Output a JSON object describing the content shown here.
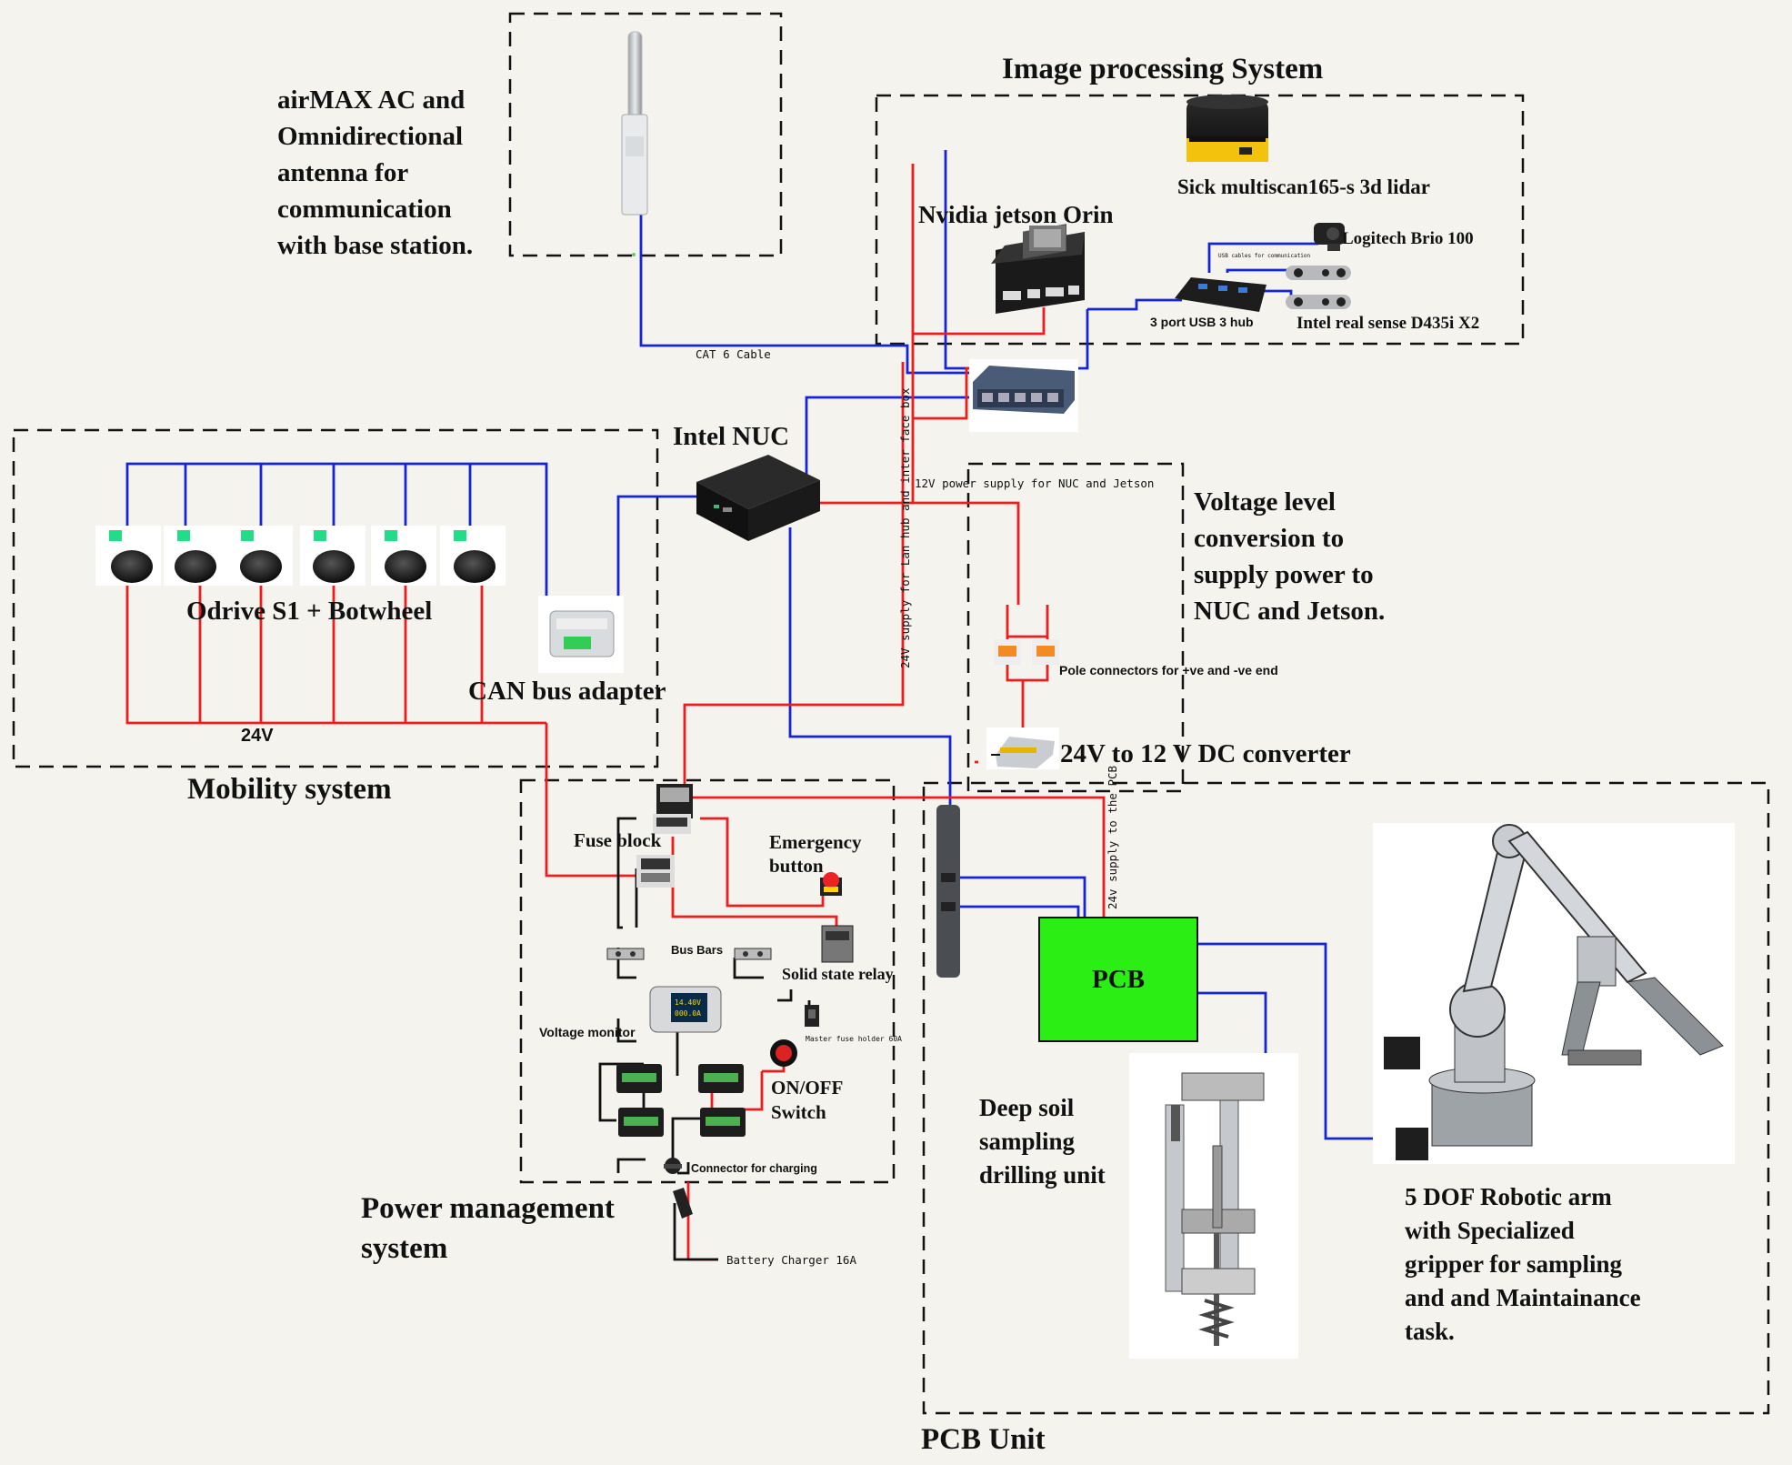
{
  "titles": {
    "image_processing": "Image processing System",
    "mobility": "Mobility system",
    "power_management": "Power management\nsystem",
    "pcb_unit": "PCB Unit",
    "antenna": "airMAX AC and\nOmnidirectional\nantenna for\ncommunication\nwith base station.",
    "voltage_conversion": "Voltage level\nconversion to\nsupply power to\nNUC and Jetson."
  },
  "components": {
    "lidar": "Sick multiscan165-s 3d lidar",
    "jetson": "Nvidia jetson Orin",
    "logitech": "Logitech Brio 100",
    "usb_hub": "3 port USB 3 hub",
    "realsense": "Intel real sense D435i X2",
    "nuc": "Intel NUC",
    "odrive": "Odrive S1 + Botwheel",
    "can_adapter": "CAN bus adapter",
    "pole_connectors": "Pole connectors for +ve and -ve end",
    "dc_converter": "24V to 12 V DC converter",
    "fuse_block": "Fuse block",
    "emergency_button": "Emergency\nbutton",
    "bus_bars": "Bus Bars",
    "solid_state_relay": "Solid state relay",
    "voltage_monitor": "Voltage monitor",
    "master_fuse": "Master fuse holder 60A",
    "on_off_switch": "ON/OFF\nSwitch",
    "charging_connector": "Connector for charging",
    "battery_charger": "Battery Charger 16A",
    "pcb": "PCB",
    "drilling_unit": "Deep soil\nsampling\ndrilling unit",
    "robotic_arm": "5 DOF Robotic arm\nwith Specialized\ngripper for sampling\nand and Maintainance\ntask.",
    "voltmeter_reading_v": "14.40V",
    "voltmeter_reading_a": "000.0A"
  },
  "wire_labels": {
    "cat6": "CAT 6 Cable",
    "supply_24v": "24V",
    "supply_12v": "12V power supply for NUC and Jetson",
    "lan_supply": "24V supply for Lan hub  and inter face box",
    "pcb_supply": "24v supply to the PCB",
    "usb_comm": "USB cables for communication"
  },
  "colors": {
    "power_wire": "#ee1c1c",
    "data_wire": "#1524d8",
    "ground_wire": "#111111",
    "pcb_fill": "#2bef14",
    "background": "#f4f3ee"
  }
}
